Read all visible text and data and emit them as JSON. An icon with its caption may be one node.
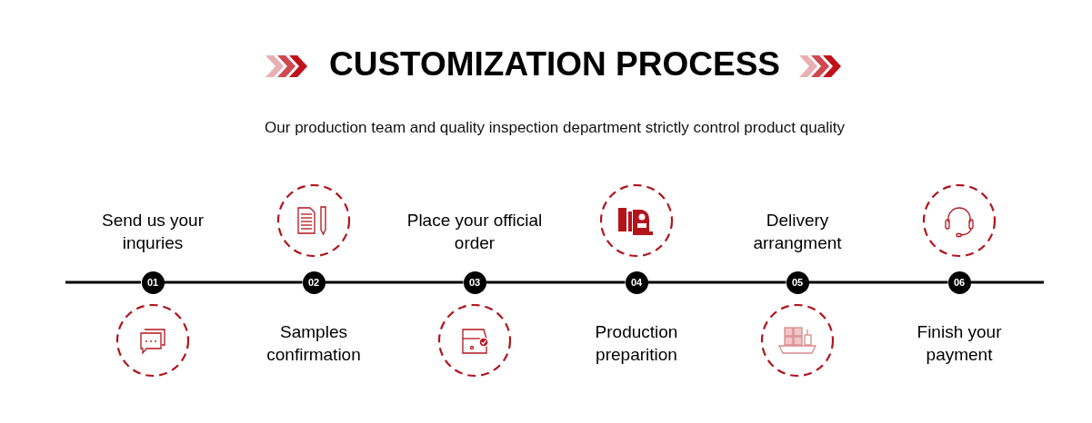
{
  "diagram": {
    "title": "CUSTOMIZATION PROCESS",
    "nodes": [
      {
        "text": [
          "01"
        ],
        "beside": [
          "Send us your inquries"
        ]
      },
      {
        "text": [
          "02"
        ],
        "beside": [
          "Samples confirmation"
        ]
      },
      {
        "text": [
          "03"
        ],
        "beside": [
          "Place your official order"
        ]
      },
      {
        "text": [
          "04"
        ],
        "beside": [
          "Production preparition"
        ]
      },
      {
        "text": [
          "05"
        ],
        "beside": [
          "Delivery arrangment"
        ]
      },
      {
        "text": [
          "06"
        ],
        "beside": [
          "Finish your payment"
        ]
      }
    ],
    "edges": [
      {
        "from": 0,
        "to": 1,
        "arrow": "none"
      },
      {
        "from": 1,
        "to": 2,
        "arrow": "none"
      },
      {
        "from": 2,
        "to": 3,
        "arrow": "none"
      },
      {
        "from": 3,
        "to": 4,
        "arrow": "none"
      },
      {
        "from": 4,
        "to": 5,
        "arrow": "none"
      }
    ],
    "labels": [
      "Our production team and quality inspection department strictly control product quality"
    ]
  }
}
